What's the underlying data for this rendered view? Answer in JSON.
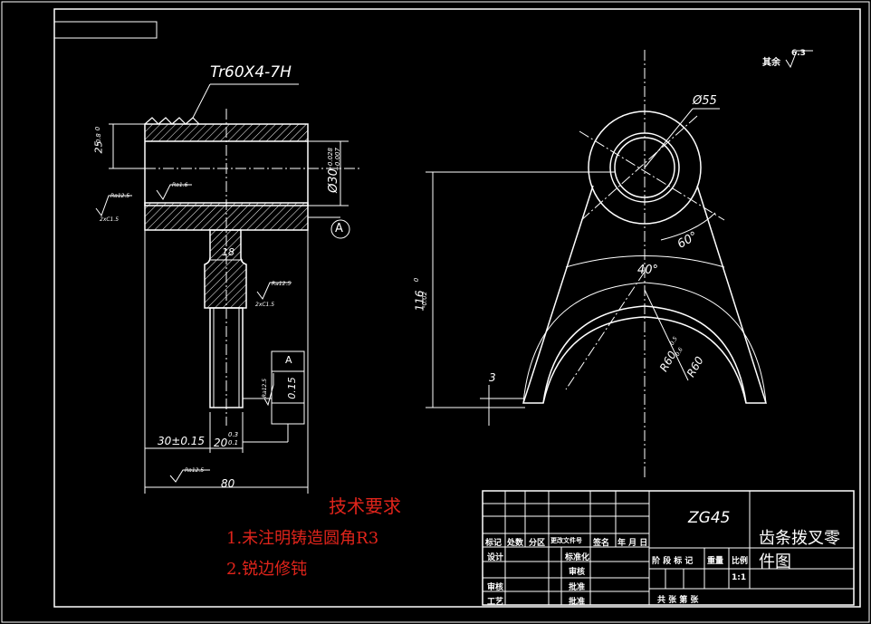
{
  "drawing": {
    "thread_label": "Tr60X4-7H",
    "surface_default": "其余",
    "surface_default_value": "6.3",
    "diameter_label": "Ø55",
    "angle_60": "60°",
    "angle_40": "40°",
    "height_dim": "116",
    "height_tol_upper": "0",
    "height_tol_lower": "-0.02",
    "radius_inner": "R60",
    "radius_outer": "R60",
    "radius_outer_tol": "-0.5",
    "radius_outer_tol2": "-0.6",
    "dim_3": "3",
    "dim_25": "25",
    "dim_25_tol_upper": "0",
    "dim_25_tol_lower": "-0.8",
    "dim_bore": "Ø30",
    "dim_bore_tol_upper": "+0.028",
    "dim_bore_tol_lower": "+0.007",
    "dim_18": "18",
    "dim_30": "30±0.15",
    "dim_20": "20",
    "dim_20_tol_upper": "0.3",
    "dim_20_tol_lower": "0.1",
    "dim_80": "80",
    "datum": "A",
    "tol_value": "0.15",
    "tol_datum": "A",
    "ra_125": "Ra12.5",
    "ra_16": "Ra1.6",
    "chamfer": "2xC1.5"
  },
  "requirements": {
    "title": "技术要求",
    "items": [
      "1.未注明铸造圆角R3",
      "2.锐边修钝"
    ]
  },
  "title_block": {
    "material": "ZG45",
    "part_name_line1": "齿条拨叉零",
    "part_name_line2": "件图",
    "row_labels": [
      "标记",
      "处数",
      "分区",
      "更改文件号",
      "签名",
      "年 月 日"
    ],
    "design": "设计",
    "standardize": "标准化",
    "check": "审核",
    "process": "工艺",
    "sign": "批准",
    "approve": "审核",
    "stage_mark": "阶 段 标 记",
    "weight": "重量",
    "scale": "比例",
    "scale_value": "1:1",
    "sheets": "共    张 第    张"
  }
}
